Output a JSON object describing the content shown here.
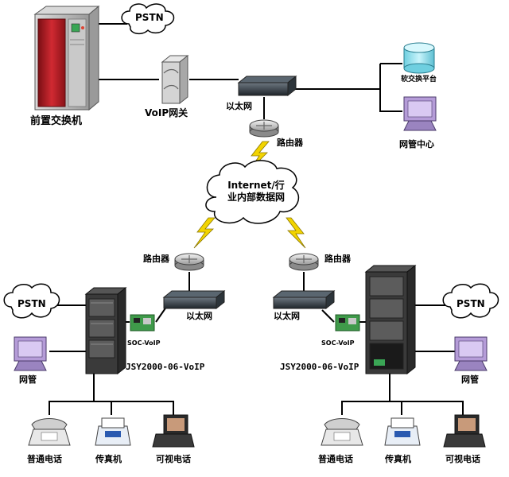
{
  "labels": {
    "front_switch": "前置交换机",
    "pstn_top": "PSTN",
    "voip_gateway": "VoIP网关",
    "ethernet_top": "以太网",
    "router_top": "路由器",
    "soft_switch": "软交换平台",
    "nms_center": "网管中心",
    "internet_line1": "Internet/行",
    "internet_line2": "业内部数据网",
    "router_left": "路由器",
    "router_right": "路由器",
    "pstn_left": "PSTN",
    "pstn_right": "PSTN",
    "ethernet_left": "以太网",
    "ethernet_right": "以太网",
    "soc_left": "SOC-VoIP",
    "soc_right": "SOC-VoIP",
    "jsy_left": "JSY2000-06-VoIP",
    "jsy_right": "JSY2000-06-VoIP",
    "nms_left": "网管",
    "nms_right": "网管",
    "phone_left": "普通电话",
    "fax_left": "传真机",
    "video_left": "可视电话",
    "phone_right": "普通电话",
    "fax_right": "传真机",
    "video_right": "可视电话"
  },
  "colors": {
    "link": "#000000",
    "wireless": "#f2d400",
    "rack_red": "#b81c24",
    "monitor": "#b59cd8",
    "server_cyan": "#9fe6f2"
  }
}
